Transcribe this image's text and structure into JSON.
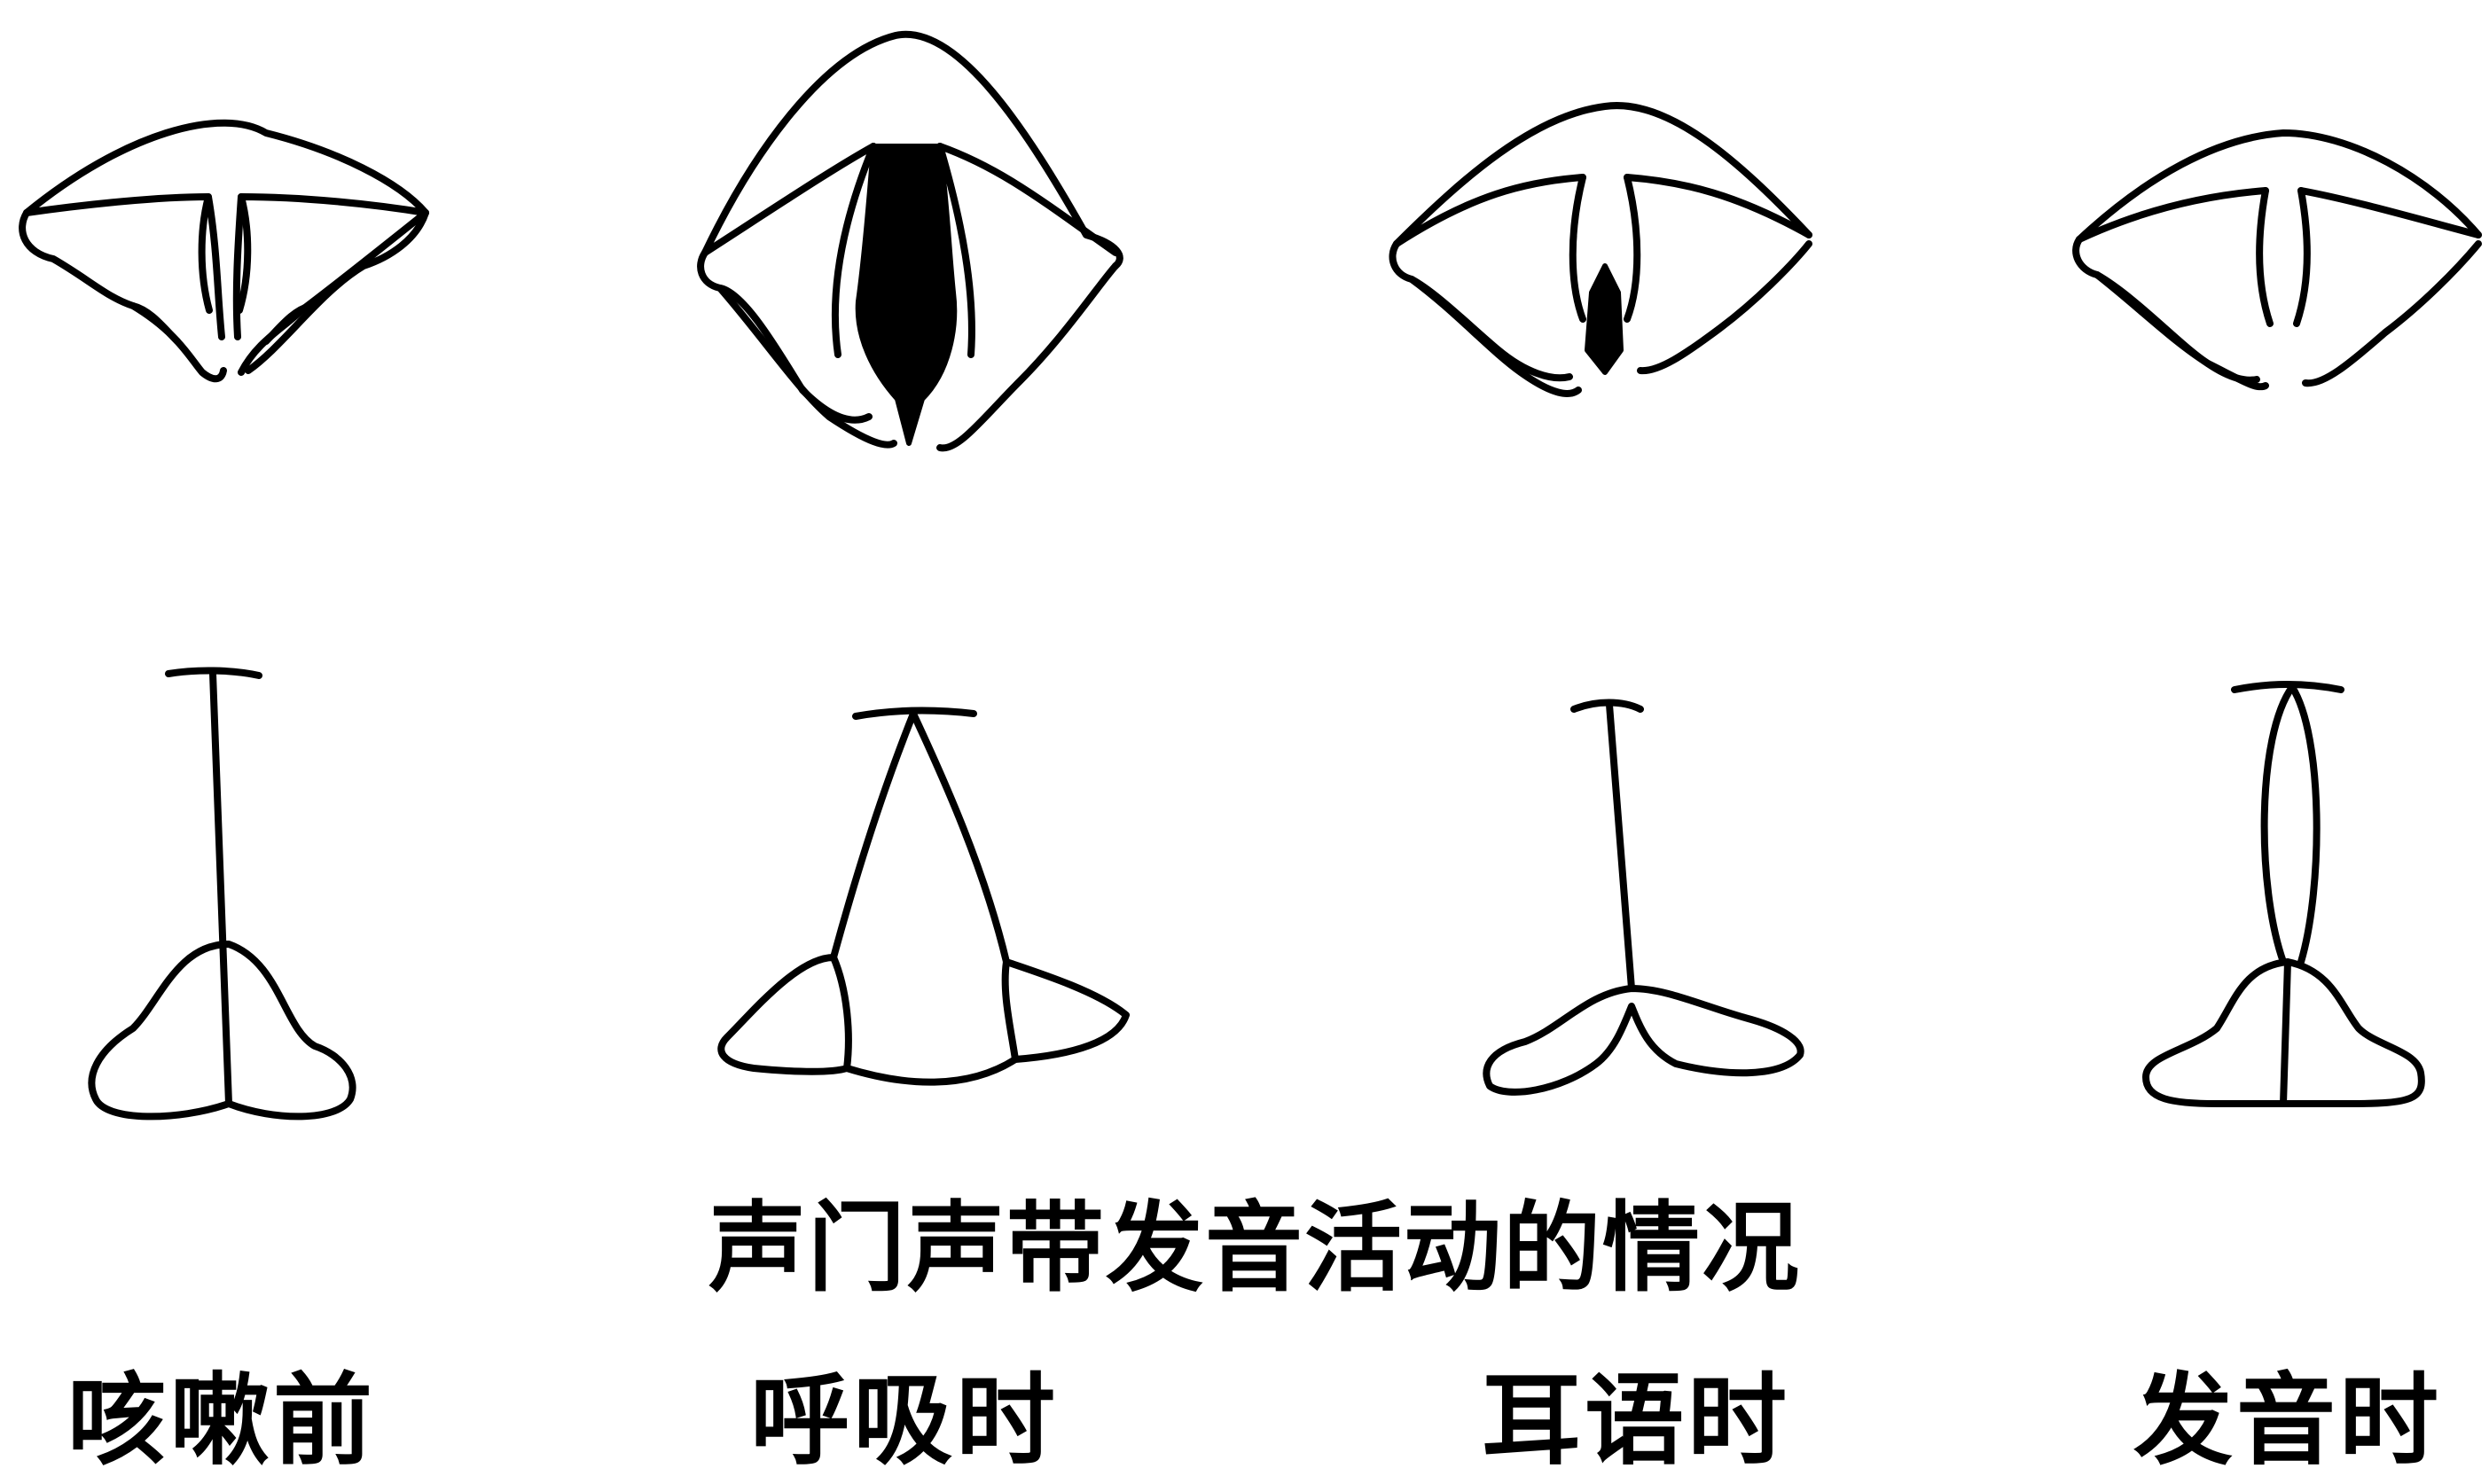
{
  "title": "声门声带发音活动的情况",
  "labels": [
    "咳嗽前",
    "呼吸时",
    "耳语时",
    "发音时"
  ],
  "colors": {
    "stroke": "#000000",
    "glottis_fill": "#000000",
    "background": "#ffffff"
  }
}
